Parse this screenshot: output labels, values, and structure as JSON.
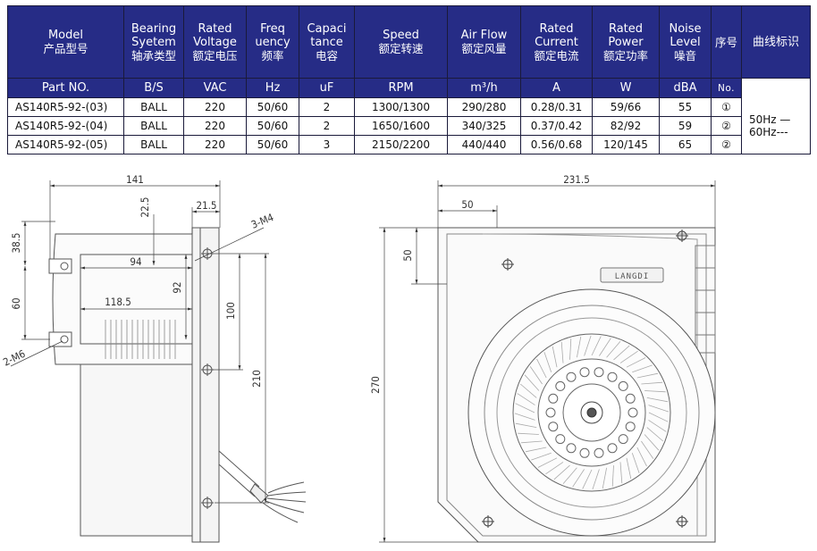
{
  "table": {
    "header": [
      {
        "en": "Model",
        "cn": "产品型号"
      },
      {
        "en": "Bearing Syetem",
        "cn": "轴承类型"
      },
      {
        "en": "Rated Voltage",
        "cn": "额定电压"
      },
      {
        "en": "Freq uency",
        "cn": "频率"
      },
      {
        "en": "Capaci tance",
        "cn": "电容"
      },
      {
        "en": "Speed",
        "cn": "额定转速"
      },
      {
        "en": "Air Flow",
        "cn": "额定风量"
      },
      {
        "en": "Rated Current",
        "cn": "额定电流"
      },
      {
        "en": "Rated Power",
        "cn": "额定功率"
      },
      {
        "en": "Noise Level",
        "cn": "噪音"
      },
      {
        "en": "",
        "cn": "序号"
      },
      {
        "en": "",
        "cn": "曲线标识"
      }
    ],
    "units": [
      "Part NO.",
      "B/S",
      "VAC",
      "Hz",
      "uF",
      "RPM",
      "m³/h",
      "A",
      "W",
      "dBA",
      "No.",
      ""
    ],
    "rows": [
      [
        "AS140R5-92-(03)",
        "BALL",
        "220",
        "50/60",
        "2",
        "1300/1300",
        "290/280",
        "0.28/0.31",
        "59/66",
        "55",
        "①"
      ],
      [
        "AS140R5-92-(04)",
        "BALL",
        "220",
        "50/60",
        "2",
        "1650/1600",
        "340/325",
        "0.37/0.42",
        "82/92",
        "59",
        "②"
      ],
      [
        "AS140R5-92-(05)",
        "BALL",
        "220",
        "50/60",
        "3",
        "2150/2200",
        "440/440",
        "0.56/0.68",
        "120/145",
        "65",
        "②"
      ]
    ],
    "curve_legend": {
      "line1": "50Hz —",
      "line2": "60Hz---"
    }
  },
  "side_view": {
    "dims": {
      "d141": "141",
      "d21_5": "21.5",
      "d22_5": "22.5",
      "d38_5": "38.5",
      "d94": "94",
      "d92": "92",
      "d118_5": "118.5",
      "d60": "60",
      "d100": "100",
      "d210": "210",
      "screw_top": "3-M4",
      "screw_bottom": "2-M6"
    }
  },
  "front_view": {
    "dims": {
      "d231_5": "231.5",
      "d50h": "50",
      "d50v": "50",
      "d270": "270"
    },
    "brand": "LANGDI"
  }
}
